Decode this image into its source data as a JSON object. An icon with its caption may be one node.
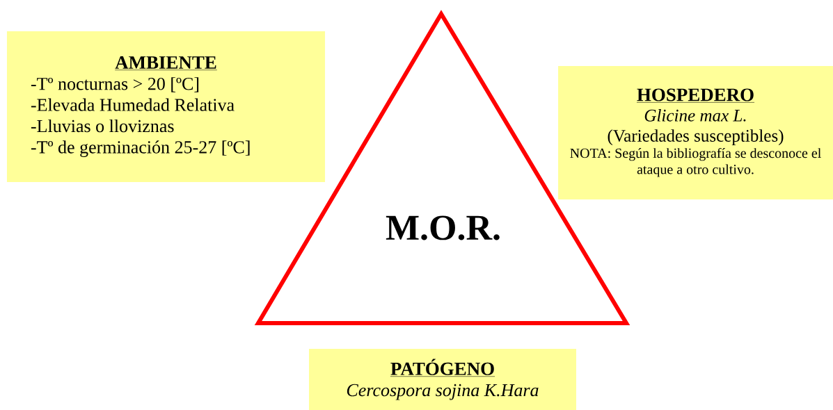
{
  "diagram": {
    "nodes": [
      {
        "text": [
          "AMBIENTE",
          "-Tº nocturnas > 20 [ºC]",
          "-Elevada Humedad Relativa",
          "-Lluvias o lloviznas",
          "-Tº de germinación  25-27 [ºC]"
        ]
      },
      {
        "text": [
          "M.O.R."
        ]
      },
      {
        "text": [
          "HOSPEDERO",
          "Glicine max L.",
          "(Variedades susceptibles)",
          "NOTA: Según la bibliografía se desconoce el ataque a otro cultivo."
        ]
      },
      {
        "text": [
          "PATÓGENO",
          "Cercospora sojina K.Hara"
        ]
      }
    ]
  }
}
